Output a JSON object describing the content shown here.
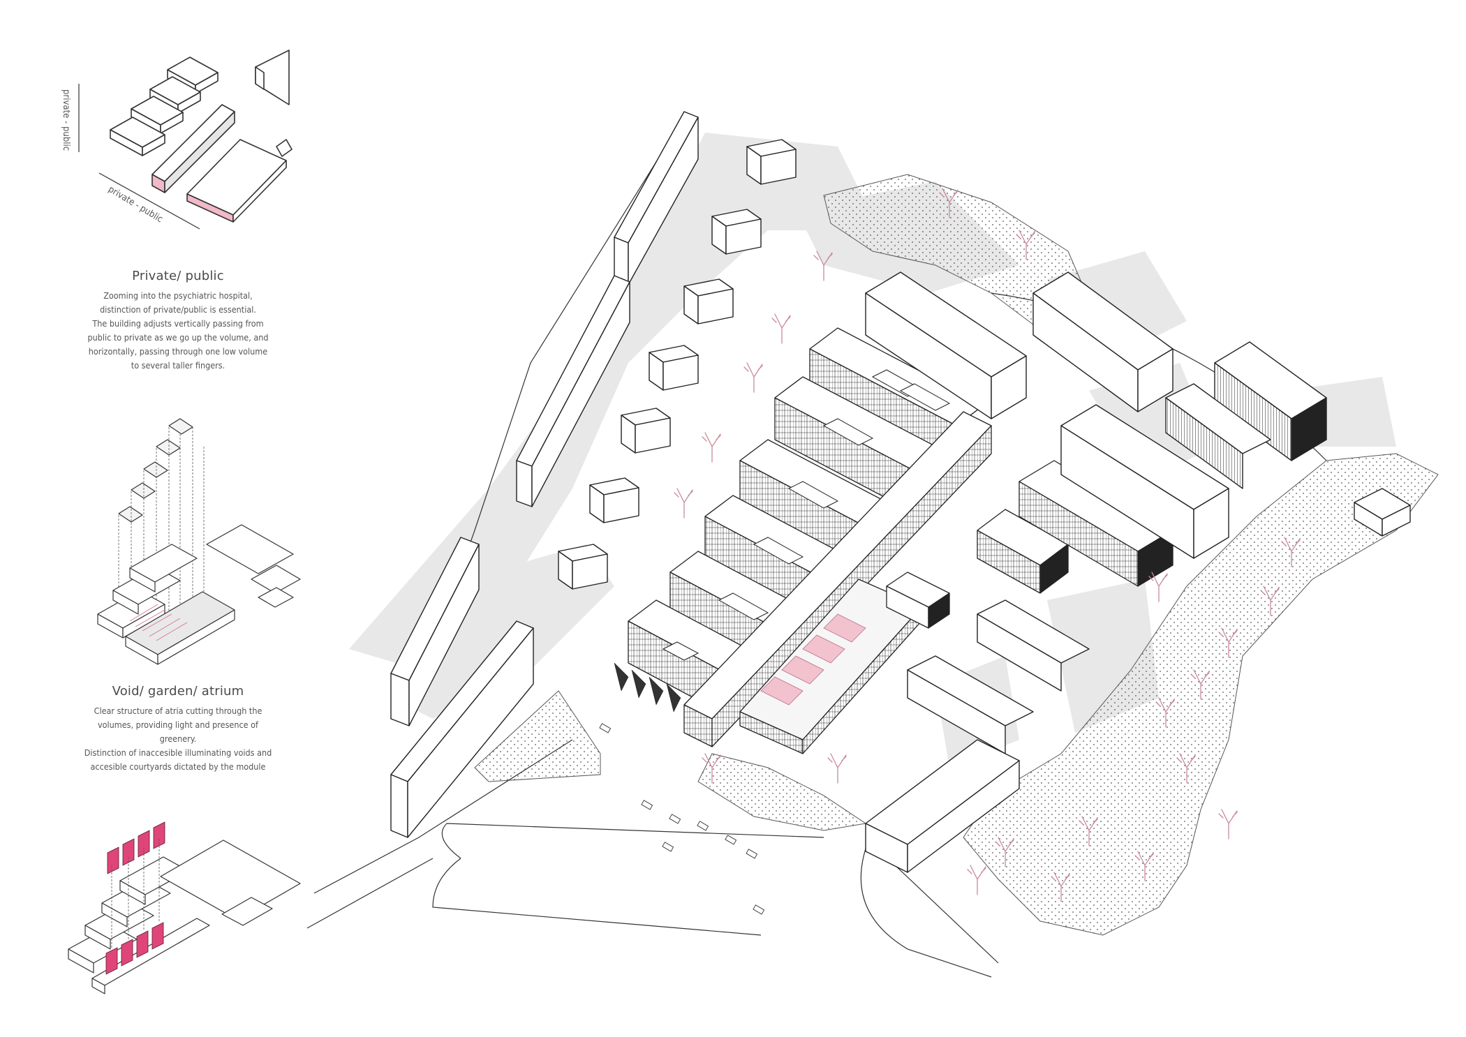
{
  "diagram_a": {
    "axis_vertical": "private - public",
    "axis_horizontal": "private - public",
    "title": "Private/ public",
    "body": [
      "Zooming into the psychiatric hospital,",
      "distinction of private/public is essential.",
      "The building adjusts vertically passing from",
      "public to private as we go up the volume, and",
      "horizontally, passing through one low volume",
      "to several taller fingers."
    ]
  },
  "diagram_b": {
    "title": "Void/ garden/ atrium",
    "body": [
      "Clear structure of atria cutting through the",
      "volumes, providing light and presence of",
      "greenery.",
      "Distinction of inaccesible illuminating voids and",
      "accesible courtyards dictated by the module"
    ]
  },
  "colors": {
    "accent_pink": "#e0457a",
    "light_pink": "#f2b9c8",
    "shade": "#e6e6e6",
    "line": "#333333",
    "tree": "#c98a9a"
  },
  "icons": {
    "site_plan": "axonometric-site-plan",
    "tree": "tree-icon"
  }
}
